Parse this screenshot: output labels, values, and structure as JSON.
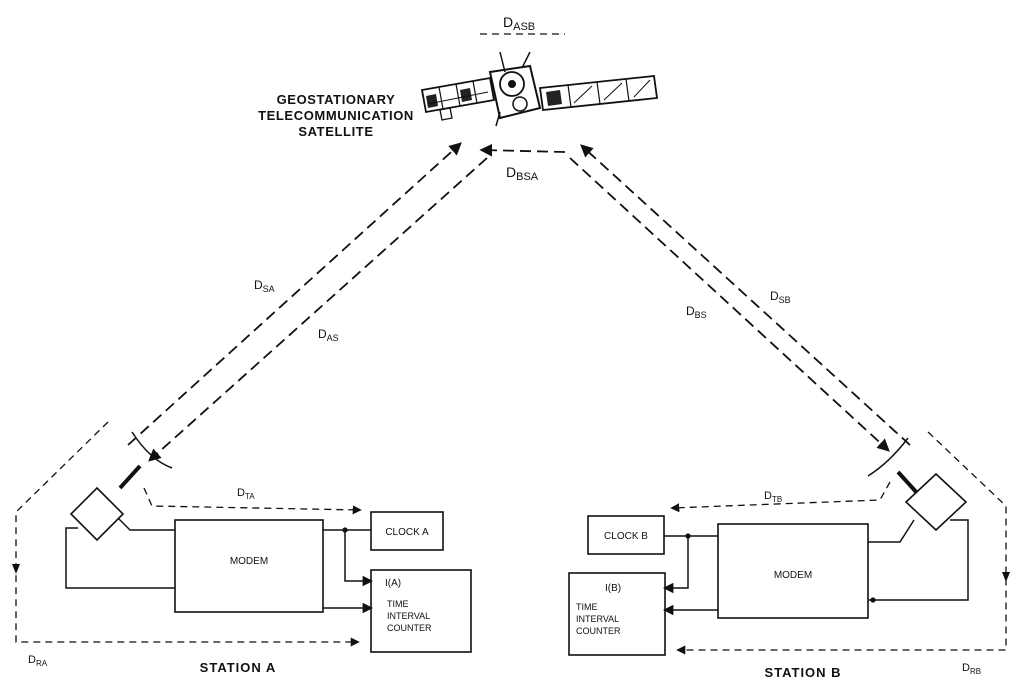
{
  "satellite": {
    "title_line1": "GEOSTATIONARY",
    "title_line2": "TELECOMMUNICATION",
    "title_line3": "SATELLITE"
  },
  "delays": {
    "asb": {
      "main": "D",
      "sub": "ASB"
    },
    "bsa": {
      "main": "D",
      "sub": "BSA"
    },
    "sa": {
      "main": "D",
      "sub": "SA"
    },
    "as": {
      "main": "D",
      "sub": "AS"
    },
    "bs": {
      "main": "D",
      "sub": "BS"
    },
    "sb": {
      "main": "D",
      "sub": "SB"
    },
    "ta": {
      "main": "D",
      "sub": "TA"
    },
    "tb": {
      "main": "D",
      "sub": "TB"
    },
    "ra": {
      "main": "D",
      "sub": "RA"
    },
    "rb": {
      "main": "D",
      "sub": "RB"
    }
  },
  "station_a": {
    "label": "STATION A",
    "modem": "MODEM",
    "clock": "CLOCK A",
    "counter_id": "I(A)",
    "counter_line1": "TIME",
    "counter_line2": "INTERVAL",
    "counter_line3": "COUNTER"
  },
  "station_b": {
    "label": "STATION B",
    "modem": "MODEM",
    "clock": "CLOCK B",
    "counter_id": "I(B)",
    "counter_line1": "TIME",
    "counter_line2": "INTERVAL",
    "counter_line3": "COUNTER"
  }
}
